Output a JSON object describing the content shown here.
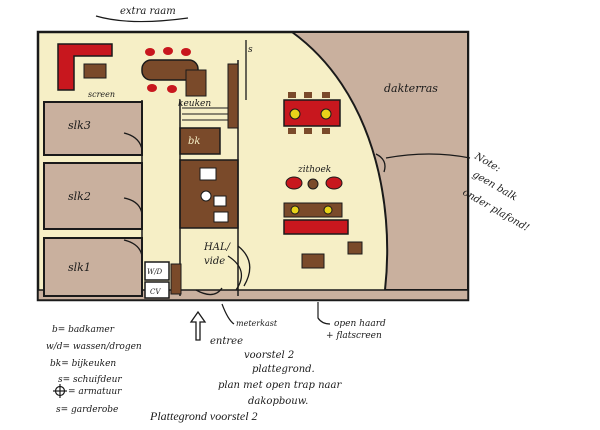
{
  "colors": {
    "floor": "#f6efc6",
    "room_brown": "#c9b09e",
    "furniture_brown": "#7a4a2a",
    "furniture_red": "#c8171e",
    "ink": "#1a1a1a",
    "symbol_yellow": "#e8d21a"
  },
  "labels": {
    "extra_raam": "extra raam",
    "screen": "screen",
    "keuken": "keuken",
    "dakterras": "dakterras",
    "slk3": "slk3",
    "slk2": "slk2",
    "slk1": "slk1",
    "bk": "bk",
    "s_top": "s",
    "zithoek": "zithoek",
    "hal_vide": [
      "HAL/",
      "vide"
    ],
    "wd": "W/D",
    "cv": "CV",
    "entree": "entree",
    "meterkast": "meterkast",
    "open_haard": [
      "open haard",
      "+ flatscreen"
    ]
  },
  "note": [
    "Note:",
    "geen balk",
    "onder plafond!"
  ],
  "legend": [
    {
      "key": "b",
      "text": "= badkamer"
    },
    {
      "key": "w/d",
      "text": "= wassen/drogen"
    },
    {
      "key": "bk",
      "text": "= bijkeuken"
    },
    {
      "key": "s",
      "text": "= schuifdeur"
    },
    {
      "key": "",
      "text": "= armatuur",
      "icon": "fixture-icon"
    },
    {
      "key": "s",
      "text": "= garderobe"
    }
  ],
  "proposal": [
    "voorstel 2",
    "plattegrond.",
    "plan met open trap naar",
    "dakopbouw."
  ],
  "caption": "Plattegrond voorstel 2"
}
